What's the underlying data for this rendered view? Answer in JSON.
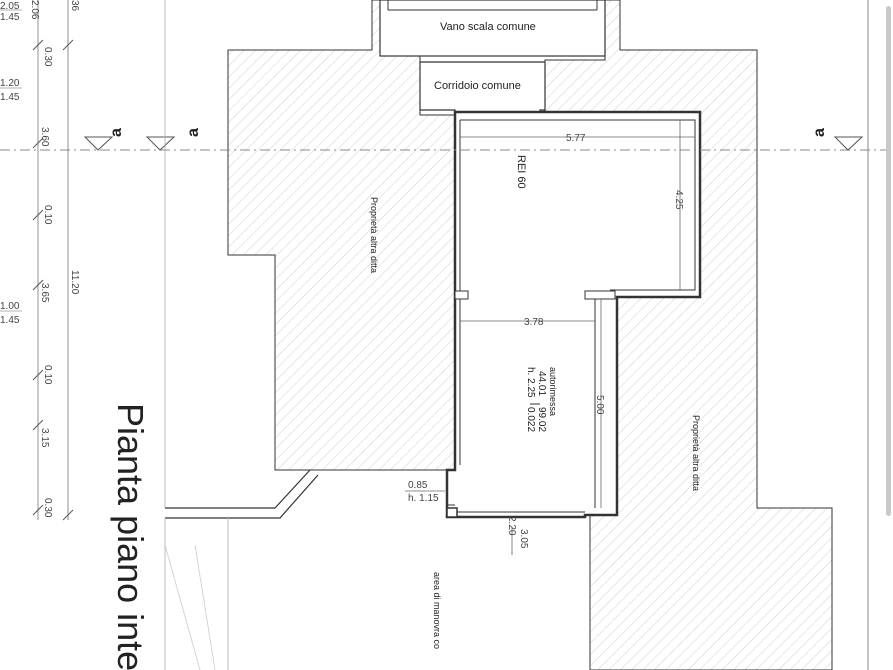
{
  "rooms": {
    "stair": "Vano scala comune",
    "corridor": "Corridoio comune",
    "other_left": "Proprietà altra ditta",
    "other_right": "Proprietà altra ditta",
    "garage_name": "autorimessa",
    "garage_area_a": "44.01",
    "garage_area_b": "99.02",
    "garage_h_a": "h. 2.25",
    "garage_h_b": "0.022",
    "maneuver": "area di manovra co"
  },
  "labels": {
    "rei": "REI 60",
    "section_mark": "a",
    "title": "Pianta piano inter"
  },
  "dimensions": {
    "top_width": "5.77",
    "right_height": "4.25",
    "garage_width": "3.78",
    "garage_depth": "5.00",
    "door_width": "0.85",
    "door_height": "h. 1.15",
    "bottom_a": "3.05",
    "bottom_b": "2.20"
  },
  "left_axis": {
    "col1": [
      "2.05",
      "1.45",
      "1.20",
      "1.45",
      "1.00",
      "1.45"
    ],
    "col2": [
      "2.06",
      "0.30",
      "3.60",
      "0.10",
      "3.65",
      "0.10",
      "3.15",
      "0.30"
    ],
    "col3": [
      "36",
      "11.20"
    ]
  }
}
